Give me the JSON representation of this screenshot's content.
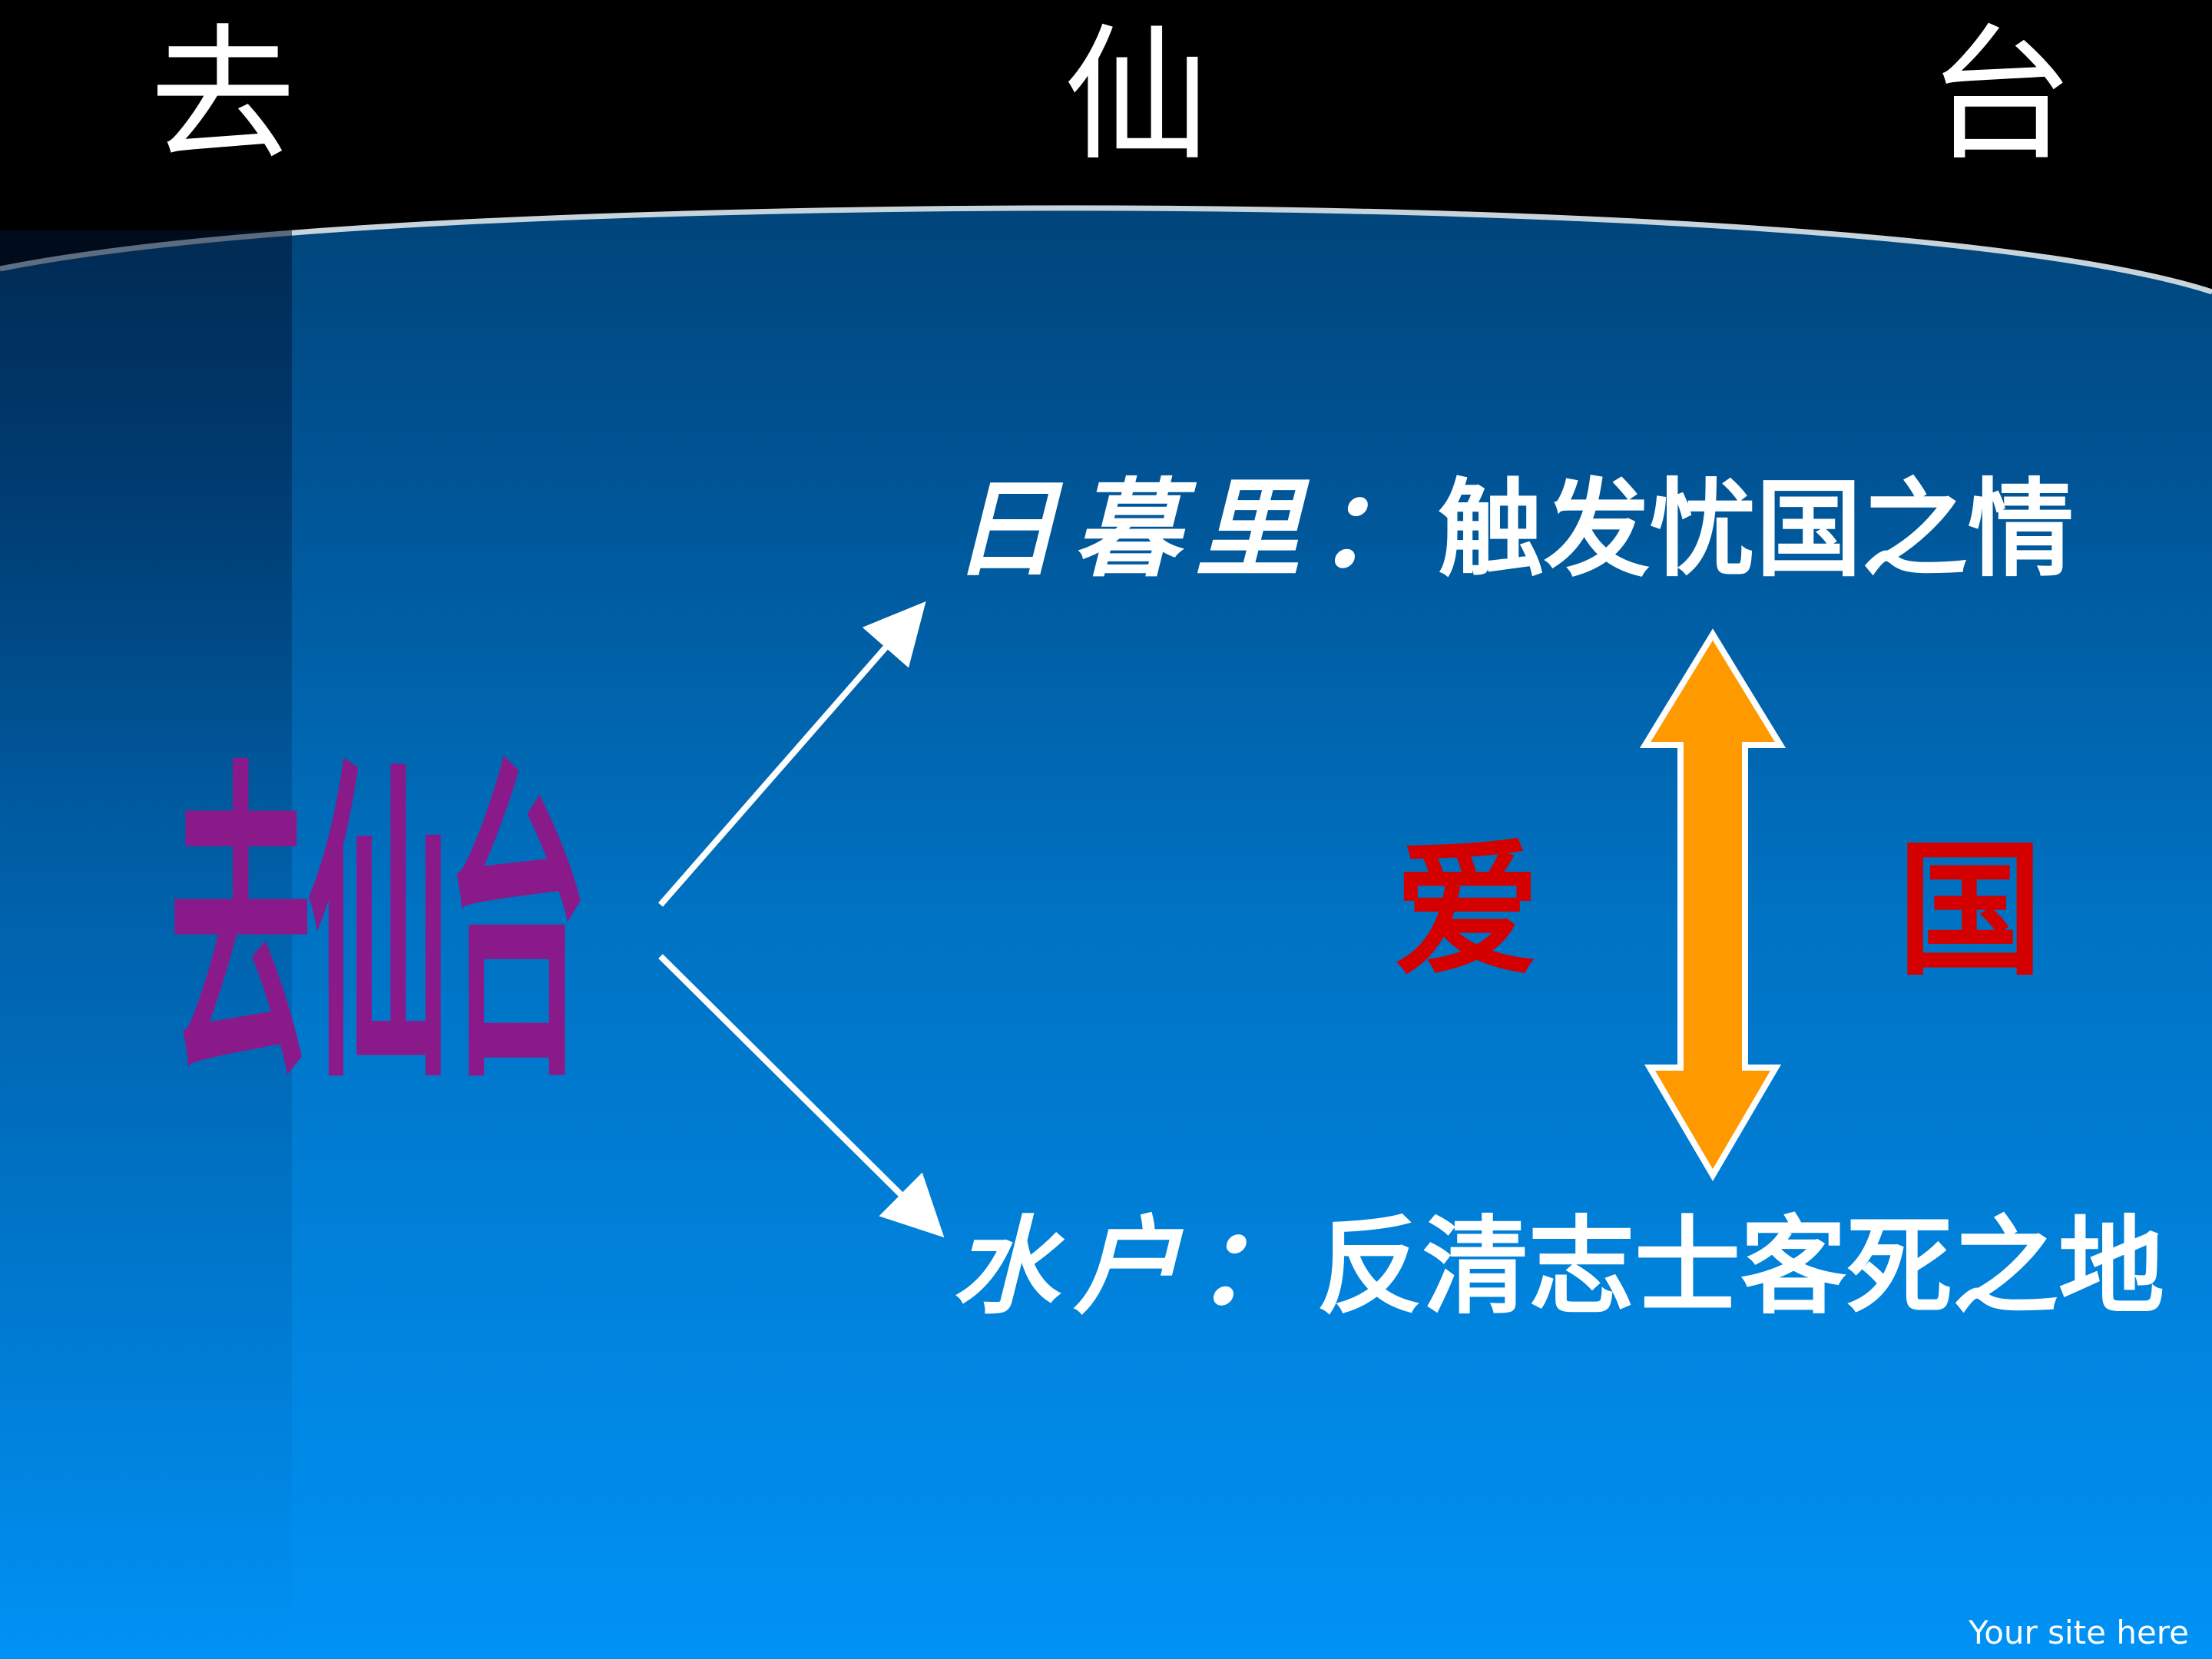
{
  "slide": {
    "title_chars": [
      "去",
      "仙",
      "台"
    ],
    "main_word": "去仙台",
    "row1": {
      "prefix": "日暮里：",
      "text": "触发忧国之情"
    },
    "row2": {
      "prefix": "水户：",
      "text": "反清志士客死之地"
    },
    "love_char": "爱",
    "country_char": "国",
    "footer": "Your site here"
  },
  "colors": {
    "background_top": "#003a66",
    "background_bottom": "#0092f5",
    "header_band": "#000000",
    "main_word": "#8a1a8a",
    "red_text": "#d40000",
    "arrow_orange": "#ff9900",
    "text": "#ffffff"
  }
}
